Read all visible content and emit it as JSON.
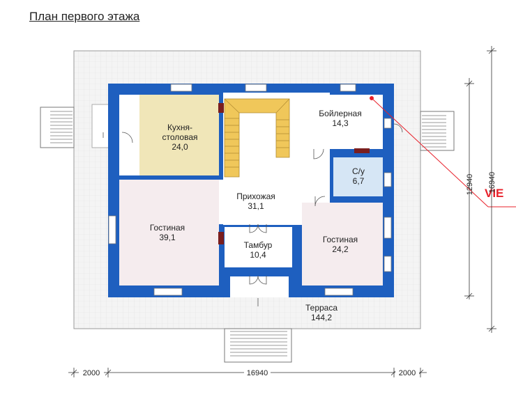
{
  "title": "План первого этажа",
  "rooms": {
    "kitchen": {
      "name_line1": "Кухня-",
      "name_line2": "столовая",
      "area": "24,0"
    },
    "boiler": {
      "name": "Бойлерная",
      "area": "14,3"
    },
    "bath": {
      "name": "С/у",
      "area": "6,7"
    },
    "hall": {
      "name": "Прихожая",
      "area": "31,1"
    },
    "living_left": {
      "name": "Гостиная",
      "area": "39,1"
    },
    "vestibule": {
      "name": "Тамбур",
      "area": "10,4"
    },
    "living_right": {
      "name": "Гостиная",
      "area": "24,2"
    },
    "terrace": {
      "name": "Терраса",
      "area": "144,2"
    }
  },
  "dimensions": {
    "left": "2000",
    "middle": "16940",
    "right": "2000",
    "vertical_inner": "12940",
    "vertical_outer": "16940"
  },
  "watermark": "VIE",
  "colors": {
    "wall": "#1e5fbf",
    "terrace": "#f3f3f3",
    "kitchen": "#f0e6b8",
    "living": "#f5ecee",
    "bath": "#d6e6f5",
    "stairs": "#f0c75a",
    "accent": "#e8202a"
  }
}
